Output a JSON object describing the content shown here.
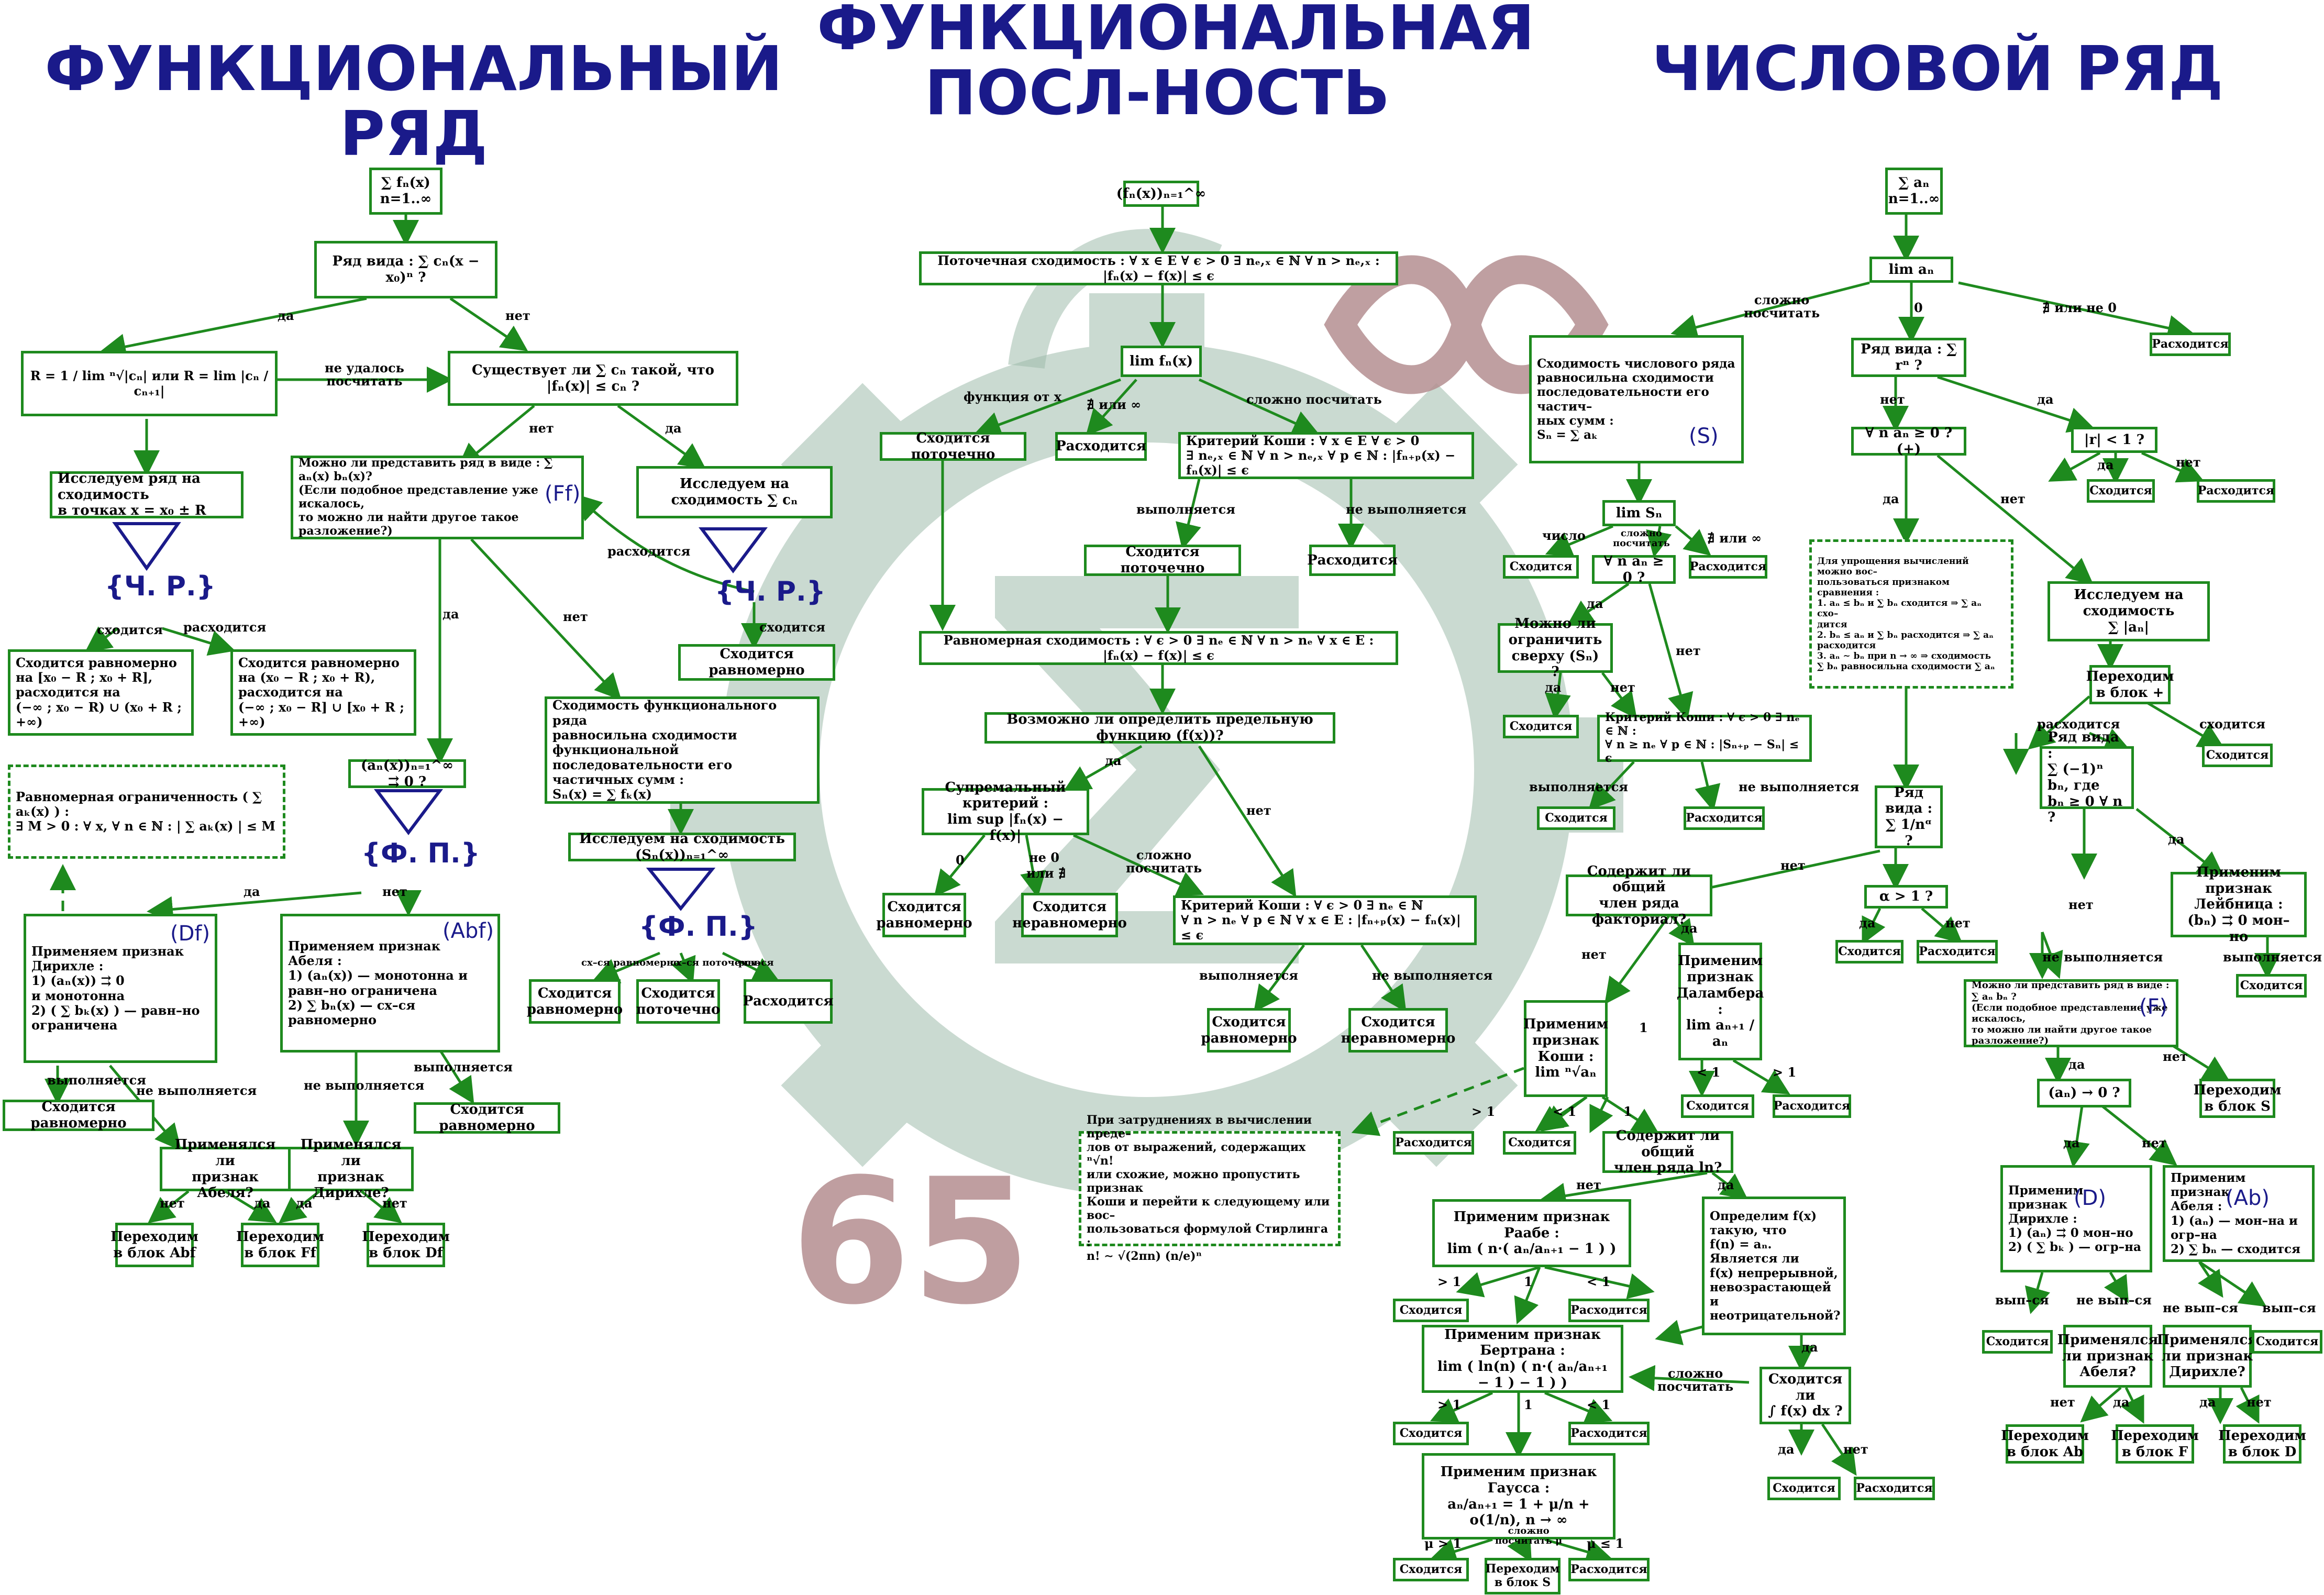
{
  "titles": {
    "left": "ФУНКЦИОНАЛЬНЫЙ РЯД",
    "middle": "ФУНКЦИОНАЛЬНАЯ\nПОСЛ-НОСТЬ",
    "right": "ЧИСЛОВОЙ РЯД"
  },
  "watermark": {
    "number": "65",
    "colors": {
      "gear": "#9fbcac",
      "infinity": "#b48e90"
    }
  },
  "colors": {
    "box_border": "#1e8a1e",
    "arrow": "#1e8a1e",
    "title": "#1a1a8a",
    "tag": "#1a1a8a"
  },
  "fr": {
    "start": "∑ fₙ(x)\nn=1..∞",
    "q_power": "Ряд вида : ∑ cₙ(x − x₀)ⁿ ?",
    "radius": "R = 1 / lim ⁿ√|cₙ|  или  R = lim |cₙ / cₙ₊₁|",
    "exists_c": "Существует ли ∑ cₙ такой, что |fₙ(x)| ≤ cₙ ?",
    "check_ends": "Исследуем ряд на сходимость\nв точках x = x₀ ± R",
    "conv_closed": "Сходится равномерно\nна [x₀ − R ; x₀ + R],\nрасходится на\n(−∞ ; x₀ − R) ∪ (x₀ + R ; +∞)",
    "conv_open": "Сходится равномерно\nна (x₀ − R ; x₀ + R),\nрасходится на\n(−∞ ; x₀ − R] ∪ [x₀ + R ; +∞)",
    "q_repr": "Можно ли представить ряд в виде : ∑ aₙ(x) bₙ(x)?\n(Если подобное представление уже искалось,\nто можно ли найти другое такое разложение?)",
    "check_cn": "Исследуем на сходимость ∑ cₙ",
    "conv_unif": "Сходится равномерно",
    "equiv_seq": "Сходимость функционального ряда\nравносильна сходимости функциональной\nпоследовательности его частичных сумм :\nSₙ(x) = ∑ fₖ(x)",
    "check_Sn": "Исследуем на сходимость (Sₙ(x))ₙ₌₁^∞",
    "unif_bounded": "Равномерная ограниченность ( ∑ aₖ(x) ) :\n∃ M > 0 : ∀ x, ∀ n ∈ ℕ : | ∑ aₖ(x) | ≤ M",
    "an_to_zero": "(aₙ(x))ₙ₌₁^∞ ⇉ 0 ?",
    "dirichlet": "Применяем признак\nДирихле :\n1) (aₙ(x)) ⇉ 0\nи монотонна\n2) ( ∑ bₖ(x) ) — равн–но\nограничена",
    "abel": "Применяем признак\nАбеля :\n1) (aₙ(x)) — монотонна и\nравн–но ограничена\n2) ∑ bₙ(x) — сх–ся равномерно",
    "conv_unif_2": "Сходится равномерно",
    "conv_unif_3": "Сходится равномерно",
    "abel_used": "Применялся ли\nпризнак Абеля?",
    "dir_used": "Применялся ли\nпризнак Дирихле?",
    "goto_abf": "Переходим\nв блок Abf",
    "goto_ff": "Переходим\nв блок Ff",
    "goto_df": "Переходим\nв блок Df",
    "fp_res": [
      "сх–ся равномерно",
      "сх–ся поточечно",
      "рсх–ся"
    ],
    "fp_res_boxes": [
      "Сходится\nравномерно",
      "Сходится\nпоточечно",
      "Расходится"
    ]
  },
  "fs": {
    "start": "(fₙ(x))ₙ₌₁^∞",
    "pointwise": "Поточечная сходимость : ∀ x ∈ E ∀ ϵ > 0 ∃ nₑ,ₓ ∈ ℕ ∀ n > nₑ,ₓ : |fₙ(x) − f(x)| ≤ ϵ",
    "limit": "lim fₙ(x)",
    "conv_pointwise": "Сходится поточечно",
    "diverges": "Расходится",
    "cauchy": "Критерий Коши : ∀ x ∈ E ∀ ϵ > 0\n∃ nₑ,ₓ ∈ ℕ ∀ n > nₑ,ₓ ∀ p ∈ ℕ : |fₙ₊ₚ(x) − fₙ(x)| ≤ ϵ",
    "conv_pointwise_2": "Сходится поточечно",
    "diverges_2": "Расходится",
    "uniform": "Равномерная сходимость : ∀ ϵ > 0 ∃ nₑ ∈ ℕ ∀ n > nₑ ∀ x ∈ E : |fₙ(x) − f(x)| ≤ ϵ",
    "q_limit": "Возможно ли определить предельную функцию (f(x))?",
    "sup_crit": "Супремальный критерий :\nlim sup |fₙ(x) − f(x)|",
    "conv_unif": "Сходится\nравномерно",
    "conv_nonunif": "Сходится\nнеравномерно",
    "cauchy_u": "Критерий Коши : ∀ ϵ > 0 ∃ nₑ ∈ ℕ\n∀ n > nₑ ∀ p ∈ ℕ ∀ x ∈ E : |fₙ₊ₚ(x) − fₙ(x)| ≤ ϵ",
    "conv_unif_2": "Сходится\nравномерно",
    "conv_nonunif_2": "Сходится\nнеравномерно"
  },
  "ns": {
    "start": "∑ aₙ\nn=1..∞",
    "lim_an": "lim aₙ",
    "diverges_top": "Расходится",
    "equiv": "Сходимость числового ряда\nравносильна сходимости\nпоследовательности его частич–\nных сумм :\nSₙ = ∑ aₖ",
    "series_rn": "Ряд вида : ∑ rⁿ ?",
    "lim_Sn": "lim Sₙ",
    "conv_a": "Сходится",
    "div_a": "Расходится",
    "an_pos": "∀ n  aₙ ≥ 0 ?",
    "can_bound": "Можно ли ограничить\nсверху (Sₙ) ?",
    "conv_b": "Сходится",
    "cauchy": "Критерий Коши : ∀ ϵ > 0 ∃ nₑ ∈ ℕ :\n∀ n ≥ nₑ ∀ p ∈ ℕ : |Sₙ₊ₚ − Sₙ| ≤ ϵ",
    "conv_c": "Сходится",
    "div_c": "Расходится",
    "forall_pos": "∀ n  aₙ ≥ 0 ? (+)",
    "r_lt1": "|r| < 1 ?",
    "conv_r": "Сходится",
    "div_r": "Расходится",
    "comparison": "Для упрощения вычислений можно вос–\nпользоваться признаком сравнения :\n1. aₙ ≤ bₙ и ∑ bₙ сходится ⇒ ∑ aₙ схо–\nдится\n2. bₙ ≤ aₙ и ∑ bₙ расходится ⇒ ∑ aₙ\nрасходится\n3. aₙ ∼ bₙ при n → ∞ ⇒ сходимость\n∑ bₙ равносильна сходимости ∑ aₙ",
    "abs_conv": "Исследуем на сходимость\n∑ |aₙ|",
    "goto_plus": "Переходим\nв блок +",
    "conv_abs": "Сходится",
    "p_series": "Ряд вида :\n∑ 1/nᵅ ?",
    "alpha_gt1": "α > 1 ?",
    "conv_p": "Сходится",
    "div_p": "Расходится",
    "factorial": "Содержит ли общий\nчлен ряда факториал?",
    "dalembert": "Применим\nпризнак\nДаламбера :\nlim aₙ₊₁ / aₙ",
    "conv_d": "Сходится",
    "div_d": "Расходится",
    "cauchy_root": "Применим\nпризнак\nКоши :\nlim ⁿ√aₙ",
    "div_root": "Расходится",
    "conv_root": "Сходится",
    "stirling": "При затруднениях в вычислении преде–\nлов от выражений, содержащих ⁿ√n!\nили схожие, можно пропустить признак\nКоши и перейти к следующему или вос–\nпользоваться формулой Стирлинга :\nn! ∼ √(2πn) (n/e)ⁿ",
    "contains_ln": "Содержит ли общий\nчлен ряда ln?",
    "raabe": "Применим признак Раабе :\nlim ( n·( aₙ/aₙ₊₁ − 1 ) )",
    "conv_raabe": "Сходится",
    "div_raabe": "Расходится",
    "define_f": "Определим f(x)\nтакую, что\nf(n) = aₙ.\nЯвляется ли\nf(x) непрерывной,\nневозрастающей и\nнеотрицательной?",
    "bertrand": "Применим признак Бертрана :\nlim ( ln(n) ( n·( aₙ/aₙ₊₁ − 1 ) − 1 ) )",
    "conv_bert": "Сходится",
    "div_bert": "Расходится",
    "integral": "Сходится ли\n∫ f(x) dx ?",
    "conv_int": "Сходится",
    "div_int": "Расходится",
    "gauss": "Применим признак Гаусса :\naₙ/aₙ₊₁ = 1 + μ/n + o(1/n), n → ∞",
    "conv_g": "Сходится",
    "goto_S_g": "Переходим\nв блок S",
    "div_g": "Расходится",
    "leibniz_form": "Ряд вида :\n∑ (−1)ⁿ bₙ, где\nbₙ ≥ 0 ∀ n ?",
    "conv_abs2": "Сходится",
    "leibniz": "Применим признак\nЛейбница :\n(bₙ) ⇉ 0 мон–но",
    "repr_ab": "Можно ли представить ряд в виде : ∑ aₙ bₙ ?\n(Если подобное представление уже искалось,\nто можно ли найти другое такое разложение?)",
    "conv_leib": "Сходится",
    "goto_S": "Переходим\nв блок S",
    "an_to0": "(aₙ) → 0 ?",
    "dirichlet": "Применим признак\nДирихле :\n1) (aₙ) ⇉ 0 мон–но\n2) ( ∑ bₖ ) — огр–на",
    "abel": "Применим признак\nАбеля :\n1) (aₙ) — мон–на и\nогр–на\n2) ∑ bₙ — сходится",
    "conv_dir": "Сходится",
    "abel_used": "Применялся\nли признак\nАбеля?",
    "dir_used": "Применялся\nли признак\nДирихле?",
    "conv_abel": "Сходится",
    "goto_Ab": "Переходим\nв блок Ab",
    "goto_F": "Переходим\nв блок F",
    "goto_D": "Переходим\nв блок D"
  },
  "tags": {
    "df": "(Df)",
    "abf": "(Abf)",
    "ff": "(Ff)",
    "S": "(S)",
    "plus": "(+)",
    "F": "(F)",
    "D": "(D)",
    "Ab": "(Ab)"
  },
  "big_tags": {
    "chr1": "{Ч. Р.}",
    "chr2": "{Ч. Р.}",
    "fp1": "{Ф. П.}",
    "fp2": "{Ф. П.}"
  },
  "labels": {
    "da": "да",
    "net": "нет",
    "ne_udalos": "не удалось\nпосчитать",
    "rashoditsya": "расходится",
    "shoditsya": "сходится",
    "vypolnyaetsya": "выполняется",
    "ne_vypolnyaetsya": "не выполняется",
    "func_ot_x": "функция от x",
    "ne_exists_inf": "∄ или ∞",
    "slozhno": "сложно посчитать",
    "zero": "0",
    "ne_zero": "не 0",
    "ili_nexists": "или ∄",
    "slozhno_poschitat": "сложно\nпосчитать",
    "nexists_or_not0": "∄ или не 0",
    "chislo": "число",
    "slozhno_p": "сложно\nпосчитать",
    "nexists_inf": "∄ или ∞",
    "lt1": "< 1",
    "gt1": "> 1",
    "one": "1",
    "mu_gt1": "μ > 1",
    "mu_le1": "μ ≤ 1",
    "slozhno_mu": "сложно\nпосчитать μ",
    "vyp_sya": "вып–ся",
    "ne_vyp_sya": "не вып–ся",
    "ne_vyp_sya2": "не вып–ся",
    "vyp_sya2": "вып–ся"
  }
}
